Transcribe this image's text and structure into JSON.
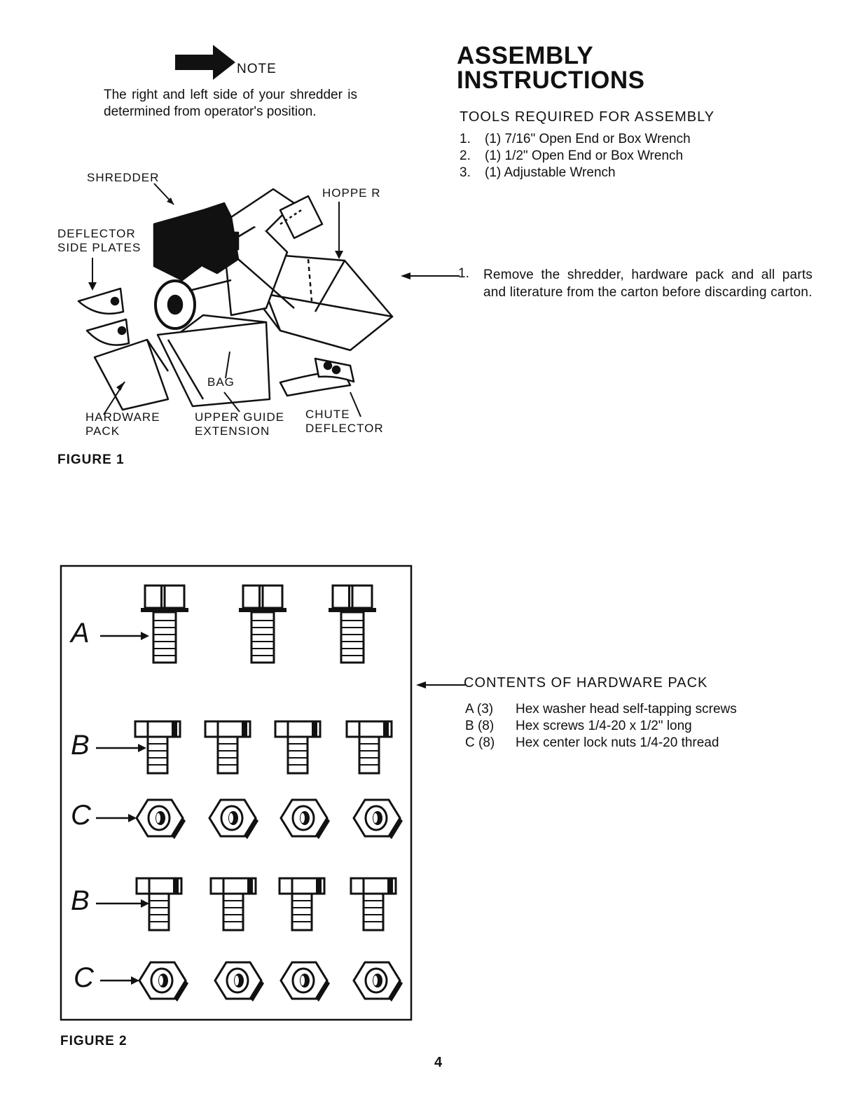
{
  "note": {
    "label": "NOTE",
    "text": "The right and left side of your shredder is determined from operator's position."
  },
  "figure1": {
    "caption": "FIGURE 1",
    "labels": {
      "shredder": "SHREDDER",
      "hopper": "HOPPE R",
      "deflector_1": "DEFLECTOR",
      "deflector_2": "SIDE PLATES",
      "bag": "BAG",
      "hardware_1": "HARDWARE",
      "hardware_2": "PACK",
      "upper_1": "UPPER GUIDE",
      "upper_2": "EXTENSION",
      "chute_1": "CHUTE",
      "chute_2": "DEFLECTOR"
    }
  },
  "header": {
    "title_line1": "ASSEMBLY",
    "title_line2": "INSTRUCTIONS"
  },
  "tools": {
    "heading": "TOOLS REQUIRED FOR ASSEMBLY",
    "items": [
      {
        "num": "1.",
        "text": "(1) 7/16\" Open End or Box Wrench"
      },
      {
        "num": "2.",
        "text": "(1) 1/2\" Open End or Box Wrench"
      },
      {
        "num": "3.",
        "text": "(1) Adjustable Wrench"
      }
    ]
  },
  "step1": {
    "num": "1.",
    "text": "Remove the shredder, hardware pack and all parts and literature from the carton before discarding carton."
  },
  "figure2": {
    "caption": "FIGURE 2",
    "row_labels": [
      "A",
      "B",
      "C",
      "B",
      "C"
    ]
  },
  "hardware": {
    "heading": "CONTENTS OF HARDWARE PACK",
    "items": [
      {
        "letter": "A (3)",
        "text": "Hex washer head self-tapping screws"
      },
      {
        "letter": "B (8)",
        "text": "Hex screws 1/4-20 x 1/2\" long"
      },
      {
        "letter": "C (8)",
        "text": "Hex center lock nuts 1/4-20 thread"
      }
    ]
  },
  "page_number": "4"
}
